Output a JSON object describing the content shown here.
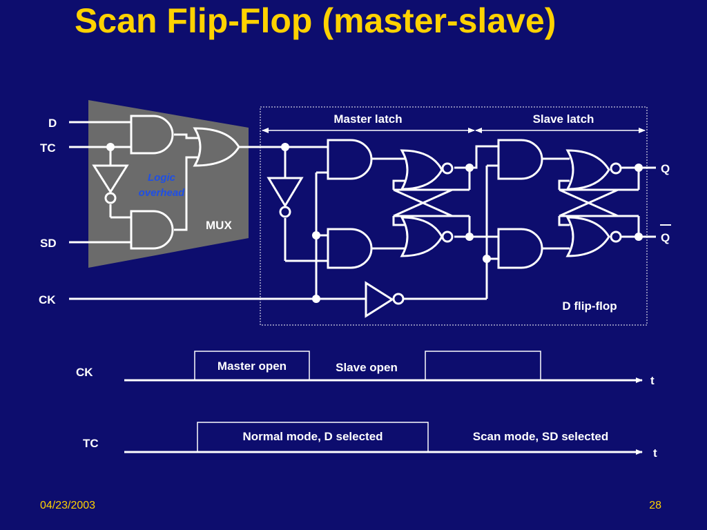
{
  "slide": {
    "title": "Scan Flip-Flop (master-slave)",
    "date": "04/23/2003",
    "page_number": "28"
  },
  "colors": {
    "background": "#0d0d6e",
    "title": "#ffd200",
    "wires": "#ffffff",
    "mux_region": "#6b6b6b",
    "logic_overhead": "#1e4fe6"
  },
  "circuit": {
    "inputs": {
      "d": "D",
      "tc": "TC",
      "sd": "SD",
      "ck": "CK"
    },
    "outputs": {
      "q": "Q",
      "qbar": "Q"
    },
    "mux_label": "MUX",
    "logic_overhead": [
      "Logic",
      "overhead"
    ],
    "master_latch": "Master latch",
    "slave_latch": "Slave latch",
    "dff_label": "D flip-flop"
  },
  "timing": {
    "ck": {
      "label": "CK",
      "master_open": "Master open",
      "slave_open": "Slave open",
      "axis": "t"
    },
    "tc": {
      "label": "TC",
      "normal_mode": "Normal mode, D selected",
      "scan_mode": "Scan mode, SD selected",
      "axis": "t"
    }
  }
}
